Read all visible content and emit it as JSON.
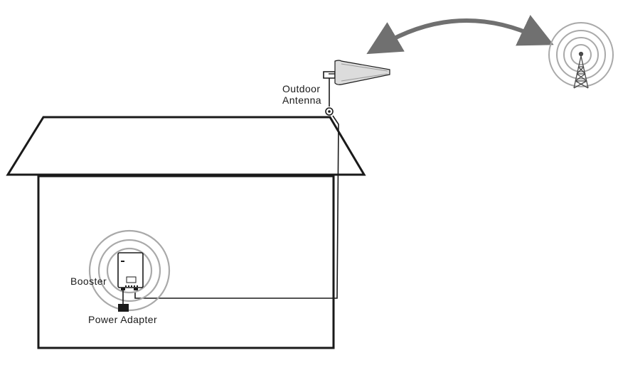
{
  "labels": {
    "outdoor_antenna_line1": "Outdoor",
    "outdoor_antenna_line2": "Antenna",
    "booster": "Booster",
    "power_adapter": "Power Adapter"
  },
  "colors": {
    "line": "#1a1a1a",
    "signal_rings": "#a9a9a9",
    "arrow": "#707070",
    "antenna_fill": "#dcdcdc"
  },
  "icons": [
    "cell-tower-icon",
    "signal-waves-icon",
    "bidirectional-arrow-icon",
    "yagi-antenna-icon",
    "booster-device-icon",
    "power-adapter-icon"
  ]
}
